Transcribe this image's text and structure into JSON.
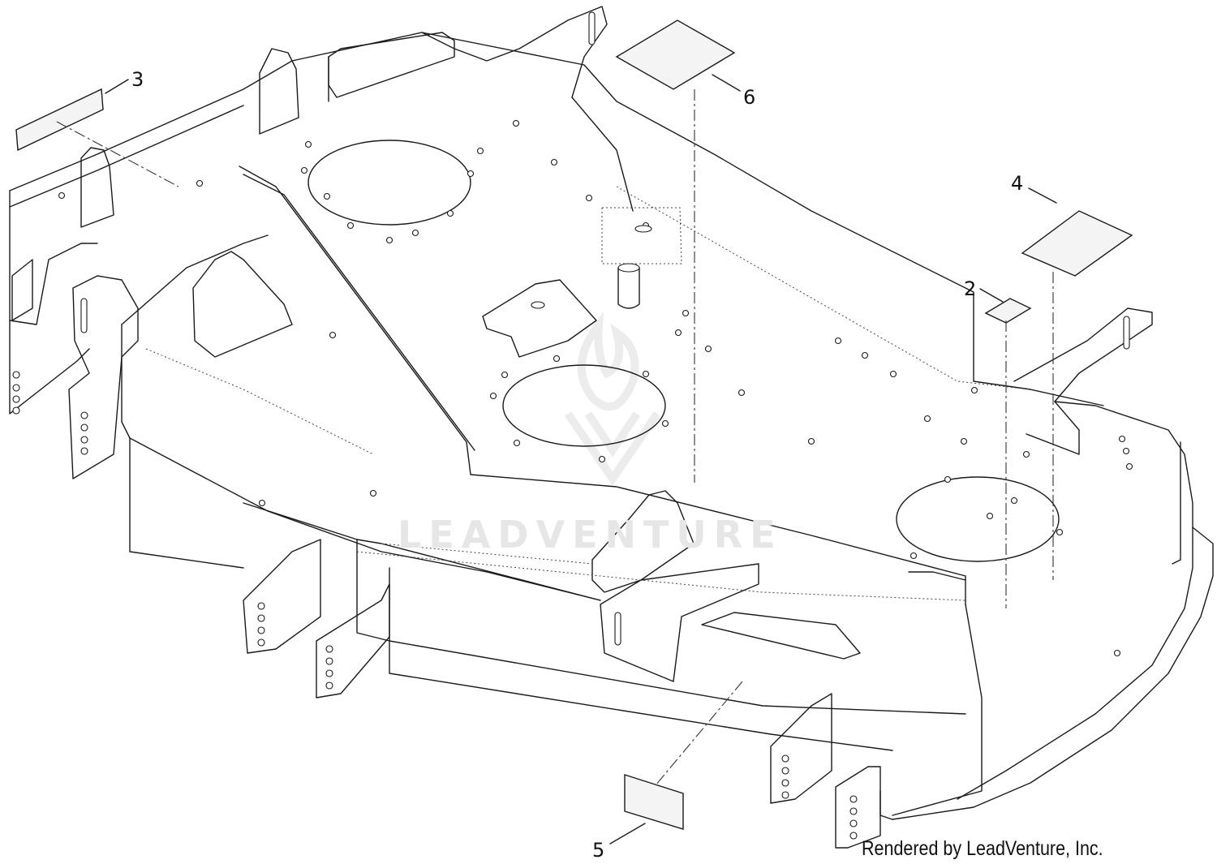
{
  "callouts": {
    "c2": "2",
    "c3": "3",
    "c4": "4",
    "c5": "5",
    "c6": "6"
  },
  "watermark": "LEADVENTURE",
  "credit": "Rendered by LeadVenture, Inc."
}
